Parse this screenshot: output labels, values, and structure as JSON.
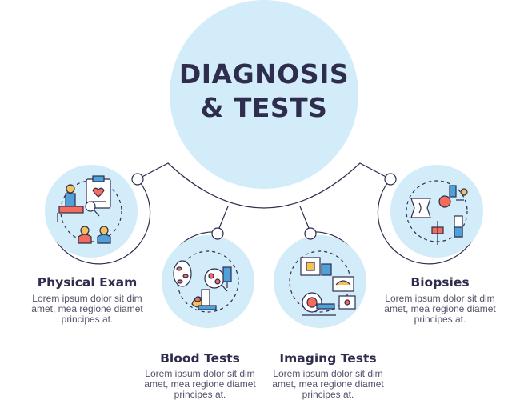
{
  "title": {
    "line1": "DIAGNOSIS",
    "line2": "& TESTS"
  },
  "colors": {
    "circle_fill": "#d3ecfa",
    "outline": "#2e2d4d",
    "accent_red": "#f26d5b",
    "accent_blue": "#4fa1d8",
    "accent_yellow": "#f3c35a"
  },
  "items": [
    {
      "label": "Physical Exam",
      "icon": "physical-exam-icon",
      "desc": "Lorem ipsum dolor sit dim amet, mea regione diamet principes at."
    },
    {
      "label": "Blood Tests",
      "icon": "blood-tests-icon",
      "desc": "Lorem ipsum dolor sit dim amet, mea regione diamet principes at."
    },
    {
      "label": "Imaging Tests",
      "icon": "imaging-tests-icon",
      "desc": "Lorem ipsum dolor sit dim amet, mea regione diamet principes at."
    },
    {
      "label": "Biopsies",
      "icon": "biopsies-icon",
      "desc": "Lorem ipsum dolor sit dim amet, mea regione diamet principes at."
    }
  ]
}
